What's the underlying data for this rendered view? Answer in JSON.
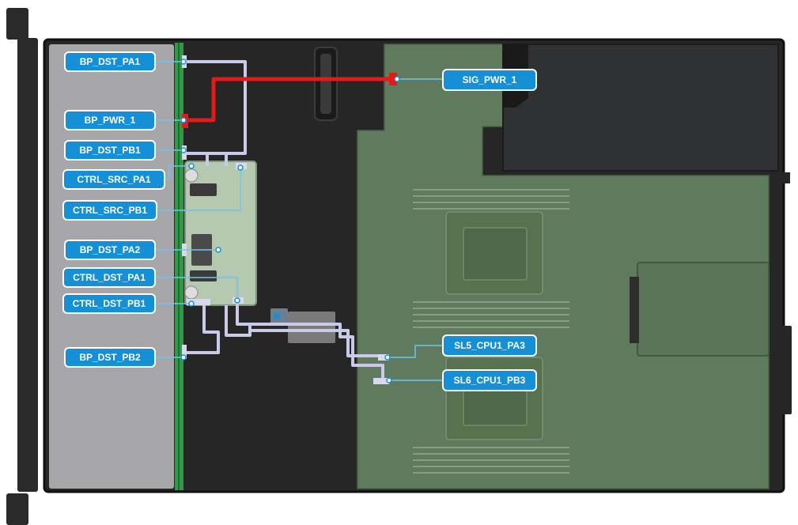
{
  "colors": {
    "label_fill": "#1590d6",
    "label_border": "#ffffff",
    "signal_cable": "#c9c9e8",
    "power_cable": "#e21a1a",
    "motherboard": "#5f7a5c",
    "chassis": "#262626",
    "backplane": "#a7a7a9",
    "backplane_connector": "#2f9a44",
    "psu": "#2f3133"
  },
  "labels": {
    "bp_dst_pa1": "BP_DST_PA1",
    "bp_pwr_1": "BP_PWR_1",
    "bp_dst_pb1": "BP_DST_PB1",
    "ctrl_src_pa1": "CTRL_SRC_PA1",
    "ctrl_src_pb1": "CTRL_SRC_PB1",
    "bp_dst_pa2": "BP_DST_PA2",
    "ctrl_dst_pa1": "CTRL_DST_PA1",
    "ctrl_dst_pb1": "CTRL_DST_PB1",
    "bp_dst_pb2": "BP_DST_PB2",
    "sig_pwr_1": "SIG_PWR_1",
    "sl5_cpu1_pa3": "SL5_CPU1_PA3",
    "sl6_cpu1_pb3": "SL6_CPU1_PB3"
  }
}
